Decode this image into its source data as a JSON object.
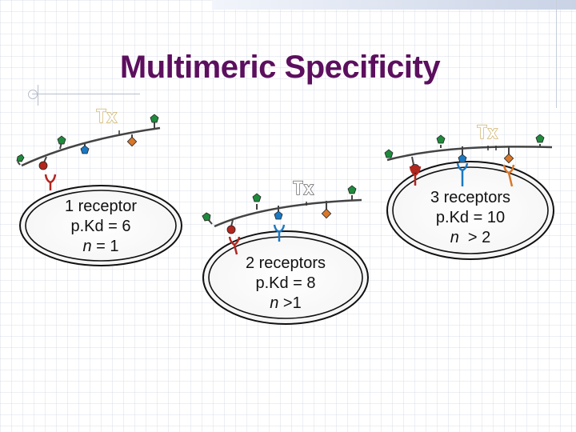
{
  "slide": {
    "title": "Multimeric Specificity"
  },
  "diagram": {
    "panels": [
      {
        "tx_label": "Tx",
        "receptor_count": 1,
        "line1": "1 receptor",
        "line2": "p.Kd = 6",
        "line3_n": "n",
        "line3_rest": " = 1"
      },
      {
        "tx_label": "Tx",
        "receptor_count": 2,
        "line1": "2 receptors",
        "line2": "p.Kd = 8",
        "line3_n": "n",
        "line3_rest": " >1"
      },
      {
        "tx_label": "Tx",
        "receptor_count": 3,
        "line1": "3 receptors",
        "line2": "p.Kd = 10",
        "line3_n": "n",
        "line3_rest": "  > 2"
      }
    ],
    "colors": {
      "title": "#5c0f5e",
      "green_ligand": "#1f8a3c",
      "red_ligand": "#b3261e",
      "blue_ligand": "#1c78c0",
      "orange_ligand": "#d9772b",
      "receptor_red": "#b3261e",
      "receptor_blue": "#1c78c0",
      "receptor_orange": "#d9772b"
    }
  }
}
